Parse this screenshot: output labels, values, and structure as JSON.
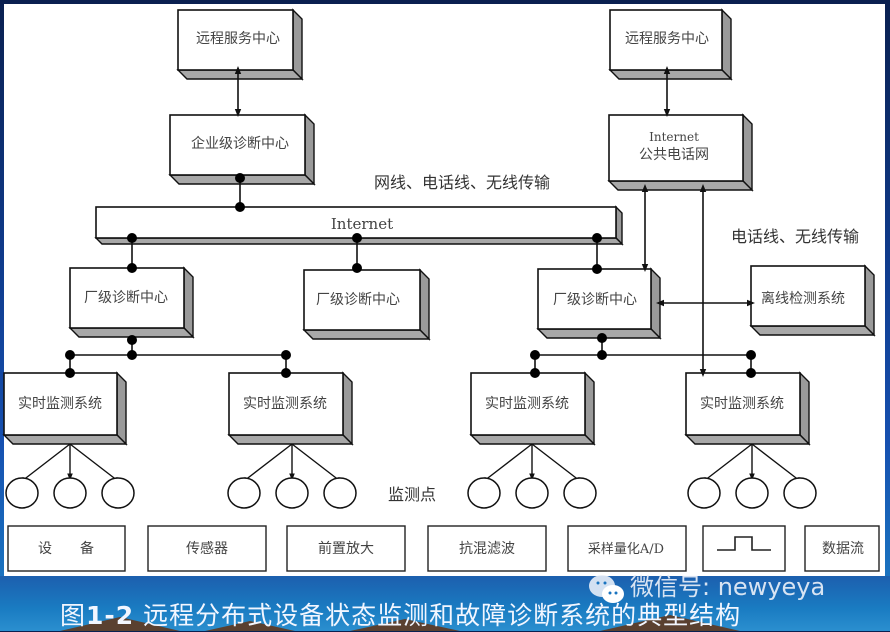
{
  "diagram": {
    "caption_prefix": "图",
    "caption_number": "1-2",
    "caption_text": " 远程分布式设备状态监测和故障诊断系统的典型结构",
    "watermark": "微信号: newyeya",
    "nodes": {
      "remote_service_left": "远程服务中心",
      "remote_service_right": "远程服务中心",
      "enterprise_center": "企业级诊断中心",
      "public_network_line1": "Internet",
      "public_network_line2": "公共电话网",
      "internet_bus": "Internet",
      "factory_center_1": "厂级诊断中心",
      "factory_center_2": "厂级诊断中心",
      "factory_center_3": "厂级诊断中心",
      "offline_system": "离线检测系统",
      "realtime_1": "实时监测系统",
      "realtime_2": "实时监测系统",
      "realtime_3": "实时监测系统",
      "realtime_4": "实时监测系统"
    },
    "annotations": {
      "transmission_top": "网线、电话线、无线传输",
      "transmission_right": "电话线、无线传输",
      "monitoring_points": "监测点"
    },
    "pipeline": [
      "设　　备",
      "传感器",
      "前置放大",
      "抗混滤波",
      "采样量化A/D",
      "pulse-waveform-icon",
      "数据流"
    ]
  }
}
